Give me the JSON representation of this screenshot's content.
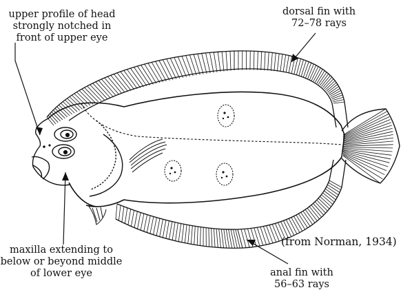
{
  "labels": {
    "head_profile": [
      "upper profile of head",
      "strongly notched in",
      "front of upper eye"
    ],
    "dorsal_fin": [
      "dorsal fin with",
      "72–78 rays"
    ],
    "maxilla": [
      "maxilla extending to",
      "below or beyond middle",
      "of lower eye"
    ],
    "anal_fin": [
      "anal fin with",
      "56–63 rays"
    ],
    "credit": "(from Norman, 1934)"
  },
  "colors": {
    "ink": "#111111",
    "background": "#ffffff"
  }
}
